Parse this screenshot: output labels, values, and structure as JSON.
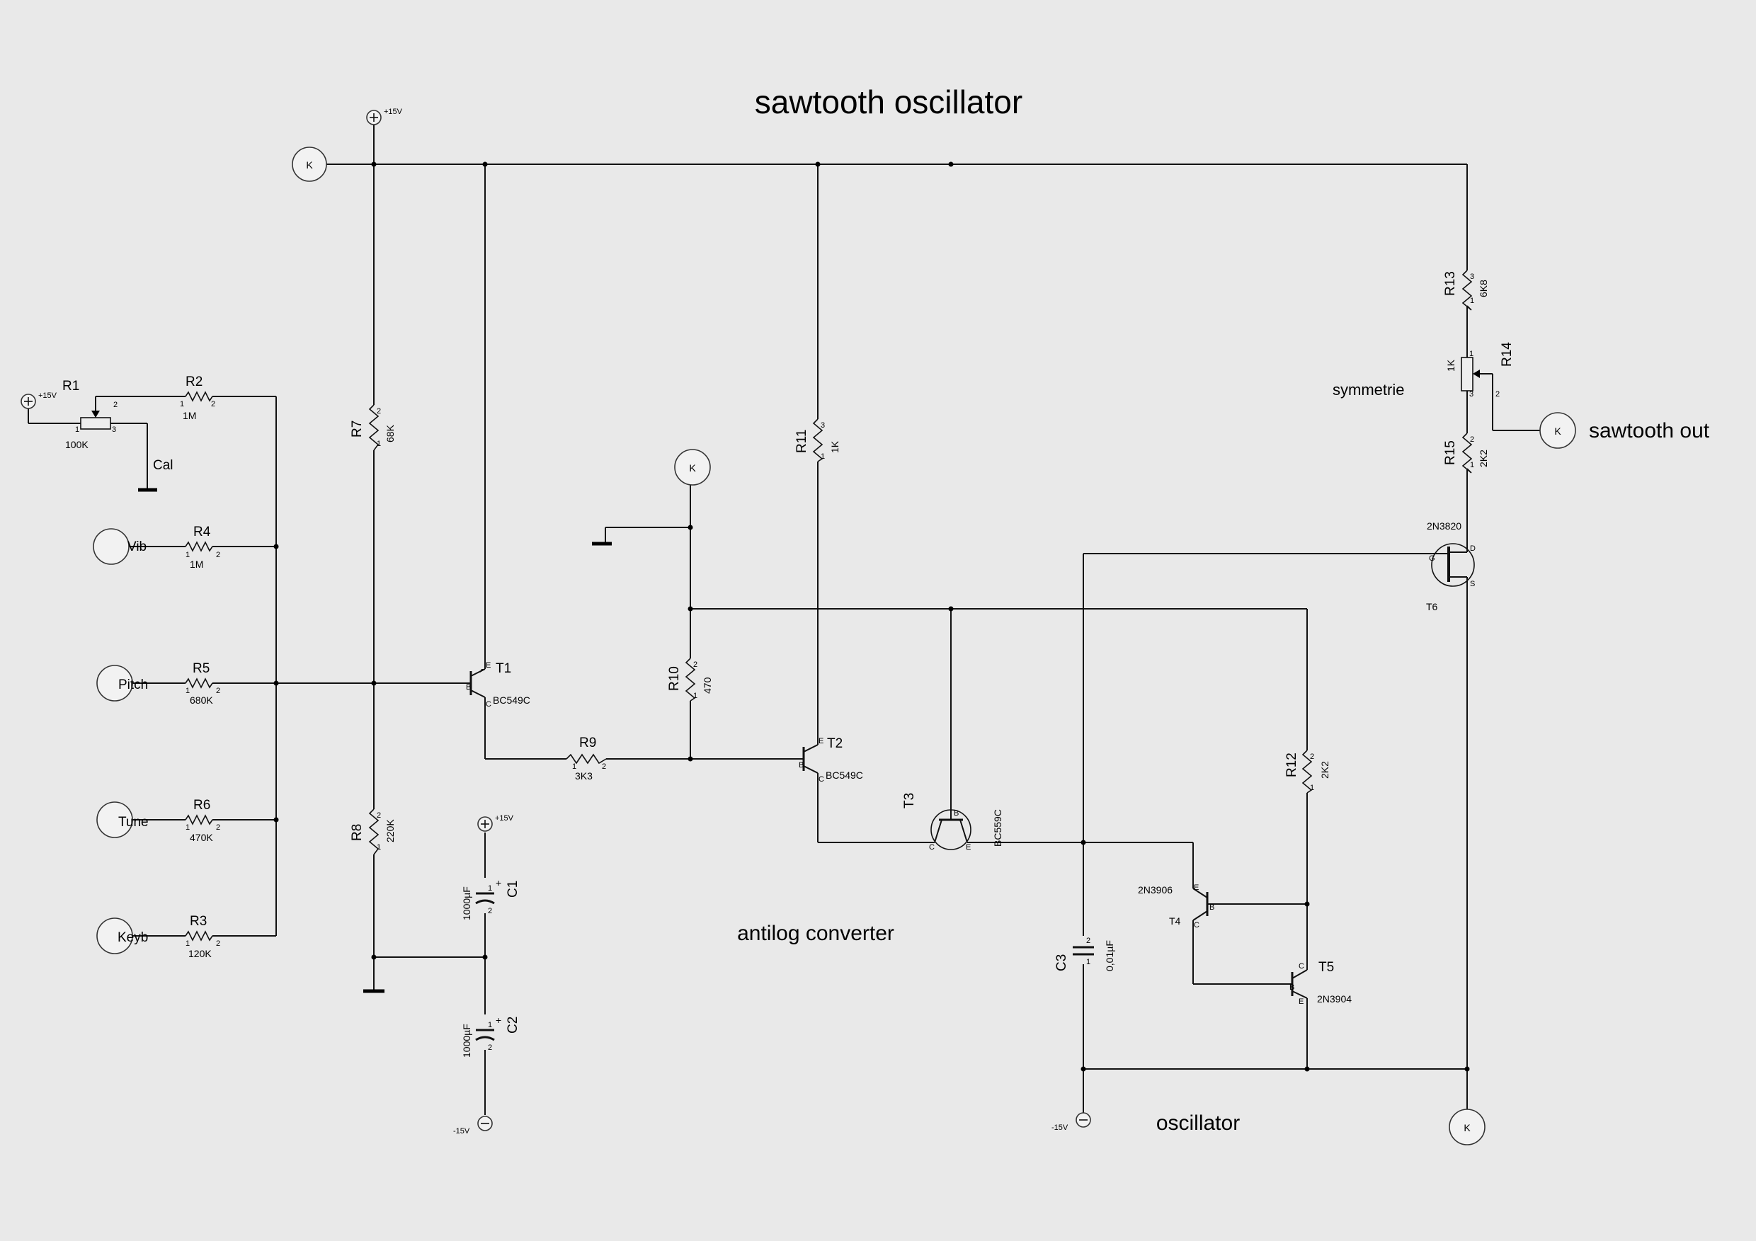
{
  "title": "sawtooth oscillator",
  "sections": {
    "antilog": "antilog converter",
    "oscillator": "oscillator",
    "symmetry": "symmetrie",
    "output": "sawtooth out"
  },
  "terminals": {
    "k": "K",
    "vib": "Vib",
    "pitch": "Pitch",
    "tune": "Tune",
    "keyb": "Keyb",
    "cal": "Cal"
  },
  "supplies": {
    "pos": "+15V",
    "neg": "-15V"
  },
  "components": {
    "R1": {
      "ref": "R1",
      "value": "100K"
    },
    "R2": {
      "ref": "R2",
      "value": "1M"
    },
    "R3": {
      "ref": "R3",
      "value": "120K"
    },
    "R4": {
      "ref": "R4",
      "value": "1M"
    },
    "R5": {
      "ref": "R5",
      "value": "680K"
    },
    "R6": {
      "ref": "R6",
      "value": "470K"
    },
    "R7": {
      "ref": "R7",
      "value": "68K"
    },
    "R8": {
      "ref": "R8",
      "value": "220K"
    },
    "R9": {
      "ref": "R9",
      "value": "3K3"
    },
    "R10": {
      "ref": "R10",
      "value": "470"
    },
    "R11": {
      "ref": "R11",
      "value": "1K"
    },
    "R12": {
      "ref": "R12",
      "value": "2K2"
    },
    "R13": {
      "ref": "R13",
      "value": "6K8"
    },
    "R14": {
      "ref": "R14",
      "value": "1K"
    },
    "R15": {
      "ref": "R15",
      "value": "2K2"
    },
    "C1": {
      "ref": "C1",
      "value": "1000µF"
    },
    "C2": {
      "ref": "C2",
      "value": "1000µF"
    },
    "C3": {
      "ref": "C3",
      "value": "0,01µF"
    },
    "T1": {
      "ref": "T1",
      "value": "BC549C"
    },
    "T2": {
      "ref": "T2",
      "value": "BC549C"
    },
    "T3": {
      "ref": "T3",
      "value": "BC559C"
    },
    "T4": {
      "ref": "T4",
      "value": "2N3906"
    },
    "T5": {
      "ref": "T5",
      "value": "2N3904"
    },
    "T6": {
      "ref": "T6",
      "value": "2N3820"
    }
  },
  "pins": {
    "p1": "1",
    "p2": "2",
    "p3": "3",
    "b": "B",
    "c": "C",
    "e": "E",
    "g": "G",
    "d": "D",
    "s": "S",
    "plus": "+"
  }
}
